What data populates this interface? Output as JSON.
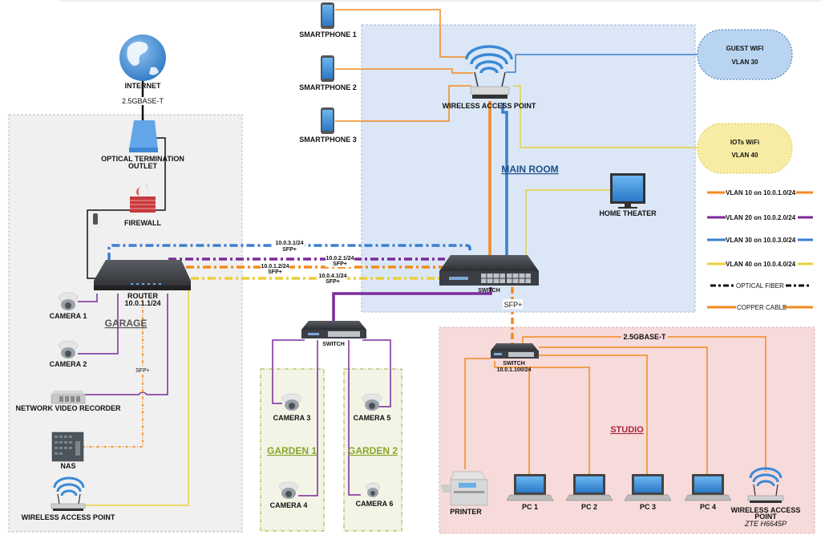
{
  "colors": {
    "vlan10": "#f28a1e",
    "vlan20": "#7b2a9a",
    "vlan30": "#3a7fd0",
    "vlan40": "#e9cf3a",
    "fiber": "#111111",
    "copper": "#f28a1e",
    "garage_bg": "#f0f0f0",
    "mainroom_bg": "#dbe7f6",
    "studio_bg": "#f7dada",
    "garden_bg": "#f3f4e6",
    "garden_label": "#8aa52a",
    "studio_label": "#a8283a",
    "mainroom_label": "#1e4f8a",
    "garage_label": "#555555"
  },
  "zones": {
    "garage": "GARAGE",
    "main_room": "MAIN ROOM",
    "studio": "STUDIO",
    "garden1": "GARDEN 1",
    "garden2": "GARDEN 2"
  },
  "nodes": {
    "internet": "INTERNET",
    "internet_link": "2.5GBASE-T",
    "ont_line1": "OPTICAL TERMINATION",
    "ont_line2": "OUTLET",
    "firewall": "FIREWALL",
    "router": "ROUTER",
    "router_ip": "10.0.1.1/24",
    "camera1": "CAMERA 1",
    "camera2": "CAMERA 2",
    "nvr": "NETWORK VIDEO RECORDER",
    "nas": "NAS",
    "nas_link": "SFP+",
    "garage_ap": "WIRELESS ACCESS POINT",
    "smartphone1": "SMARTPHONE 1",
    "smartphone2": "SMARTPHONE 2",
    "smartphone3": "SMARTPHONE 3",
    "main_ap": "WIRELESS ACCESS POINT",
    "home_theater": "HOME THEATER",
    "main_switch": "SWITCH",
    "garden_switch": "SWITCH",
    "camera3": "CAMERA 3",
    "camera4": "CAMERA 4",
    "camera5": "CAMERA 5",
    "camera6": "CAMERA 6",
    "studio_switch": "SWITCH",
    "studio_switch_ip": "10.0.1.100/24",
    "studio_uplink": "SFP+",
    "studio_link": "2.5GBASE-T",
    "printer": "PRINTER",
    "pc1": "PC 1",
    "pc2": "PC 2",
    "pc3": "PC 3",
    "pc4": "PC 4",
    "studio_ap_line1": "WIRELESS ACCESS",
    "studio_ap_line2": "POINT",
    "studio_ap_model": "ZTE H6645P"
  },
  "trunks": [
    {
      "ip": "10.0.3.1/24",
      "type": "SFP+"
    },
    {
      "ip": "10.0.2.1/24",
      "type": "SFP+"
    },
    {
      "ip": "10.0.1.2/24",
      "type": "SFP+"
    },
    {
      "ip": "10.0.4.1/24",
      "type": "SFP+"
    }
  ],
  "wifi": {
    "guest_name": "GUEST WIFI",
    "guest_vlan": "VLAN 30",
    "iot_name": "IOTs WiFi",
    "iot_vlan": "VLAN 40"
  },
  "legend": [
    {
      "label": "VLAN 10 on 10.0.1.0/24",
      "style": "vlan10"
    },
    {
      "label": "VLAN 20 on 10.0.2.0/24",
      "style": "vlan20"
    },
    {
      "label": "VLAN 30 on 10.0.3.0/24",
      "style": "vlan30"
    },
    {
      "label": "VLAN 40 on 10.0.4.0/24",
      "style": "vlan40"
    },
    {
      "label": "OPTICAL FIBER",
      "style": "fiber"
    },
    {
      "label": "COPPER CABLE",
      "style": "copper"
    }
  ]
}
